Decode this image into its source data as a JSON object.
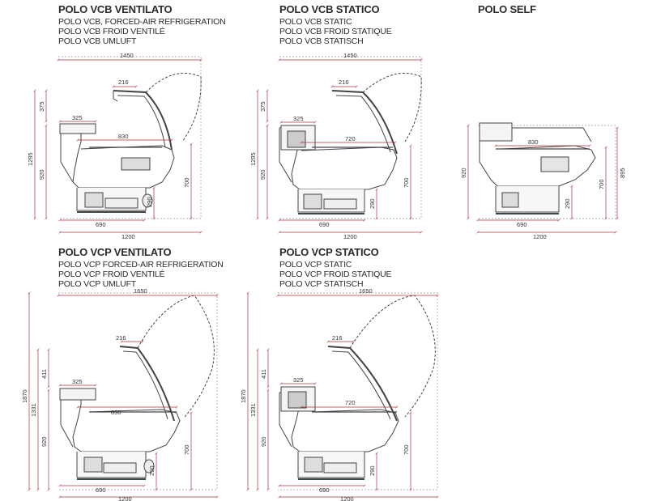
{
  "products": [
    {
      "title": "POLO VCB VENTILATO",
      "subtitles": [
        "POLO VCB, FORCED-AIR REFRIGERATION",
        "POLO VCB FROID VENTILÉ",
        "POLO VCB UMLUFT"
      ],
      "dims": {
        "total_width": "1450",
        "top": "216",
        "shelf": "325",
        "inner": "830",
        "base": "690",
        "depth": "1200",
        "h_total": "1295",
        "h_glass": "375",
        "h_body": "920",
        "h_front": "700",
        "h_foot": "290"
      }
    },
    {
      "title": "POLO VCB STATICO",
      "subtitles": [
        "POLO VCB STATIC",
        "POLO VCB FROID STATIQUE",
        "POLO VCB STATISCH"
      ],
      "dims": {
        "total_width": "1450",
        "top": "216",
        "shelf": "325",
        "inner": "720",
        "base": "690",
        "depth": "1200",
        "h_total": "1295",
        "h_glass": "375",
        "h_body": "920",
        "h_front": "700",
        "h_foot": "290"
      }
    },
    {
      "title": "POLO SELF",
      "subtitles": [],
      "dims": {
        "inner": "830",
        "base": "690",
        "depth": "1200",
        "h_body": "920",
        "h_front": "700",
        "h_foot": "290",
        "h_right": "895"
      }
    },
    {
      "title": "POLO VCP VENTILATO",
      "subtitles": [
        "POLO VCP FORCED-AIR REFRIGERATION",
        "POLO VCP FROID VENTILÉ",
        "POLO VCP UMLUFT"
      ],
      "dims": {
        "total_width": "1650",
        "top": "216",
        "shelf": "325",
        "inner": "830",
        "base": "690",
        "depth": "1200",
        "h_total": "1870",
        "h_mid": "1331",
        "h_glass": "411",
        "h_body": "920",
        "h_front": "700",
        "h_foot": "290"
      }
    },
    {
      "title": "POLO VCP STATICO",
      "subtitles": [
        "POLO VCP STATIC",
        "POLO VCP FROID STATIQUE",
        "POLO VCP STATISCH"
      ],
      "dims": {
        "total_width": "1650",
        "top": "216",
        "shelf": "325",
        "inner": "720",
        "base": "690",
        "depth": "1200",
        "h_total": "1870",
        "h_mid": "1331",
        "h_glass": "411",
        "h_body": "920",
        "h_front": "700",
        "h_foot": "290"
      }
    }
  ],
  "colors": {
    "dimension": "#b0333a",
    "outline": "#444444",
    "text": "#2b2b2b"
  }
}
